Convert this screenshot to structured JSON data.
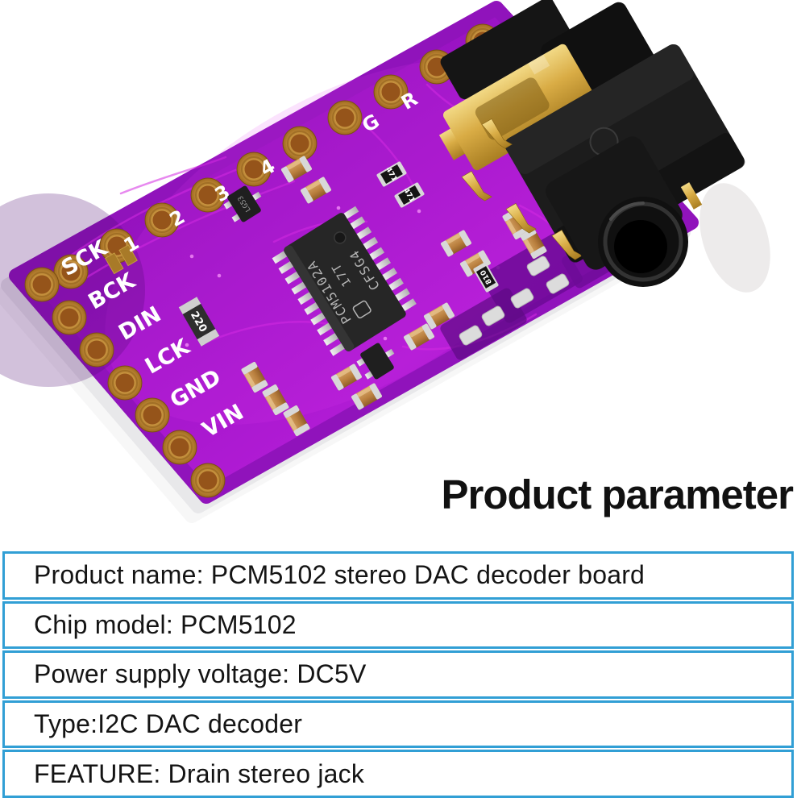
{
  "heading": {
    "text": "Product parameter"
  },
  "table": {
    "border_color": "#319fd5",
    "rows": [
      {
        "text": "Product name: PCM5102 stereo DAC decoder board"
      },
      {
        "text": "Chip model: PCM5102"
      },
      {
        "text": "Power supply voltage: DC5V"
      },
      {
        "text": "Type:I2C DAC decoder"
      },
      {
        "text": "FEATURE: Drain stereo jack"
      }
    ]
  },
  "photo": {
    "left_pin_labels": [
      "SCK",
      "BCK",
      "DIN",
      "LCK",
      "GND",
      "VIN"
    ],
    "top_pin_labels": [
      "1",
      "2",
      "3",
      "4",
      "G",
      "R"
    ],
    "ic": {
      "line1": "PCM5102A",
      "line2": "17T",
      "line3": "CFSG4"
    },
    "components": {
      "resistor_220": "220",
      "sot23": "LG53",
      "resistor_471": "471",
      "resistor_810": "810"
    },
    "colors": {
      "pcb_purple": "#9d14c6",
      "trace_magenta": "#d42ae2",
      "pad_gold": "#c89440",
      "jack_black": "#1c1c1c",
      "gold_contact": "#d9ac45"
    }
  }
}
